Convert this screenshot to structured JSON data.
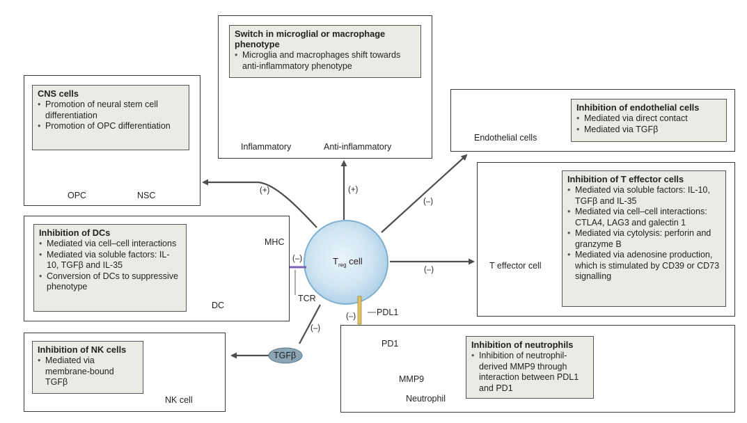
{
  "colors": {
    "treg": "#c9e0ef",
    "arrow": "#4d4d4d",
    "box": "#ebebe6",
    "microglia_inflammatory": "#f06b4a",
    "microglia_anti": "#f5a35c",
    "opc": "#a6d89a",
    "nsc": "#f7d36c",
    "dc": "#6cbfe0",
    "nk": "#f07a5c",
    "neutrophil": "#f5d574",
    "endothelial": "#f7a7a7"
  },
  "treg": {
    "label_T": "T",
    "label_sub": "reg",
    "label_cell": " cell"
  },
  "microglia": {
    "title": "Switch in microglial or macrophage phenotype",
    "bullets": [
      "Microglia and macrophages shift towards anti-inflammatory phenotype"
    ],
    "label_left": "Inflammatory",
    "label_right": "Anti-inflammatory",
    "sign": "(+)"
  },
  "cns": {
    "title": "CNS cells",
    "bullets": [
      "Promotion of neural stem cell differentiation",
      "Promotion of OPC differentiation"
    ],
    "label_opc": "OPC",
    "label_nsc": "NSC",
    "sign": "(+)"
  },
  "endothelial": {
    "title": "Inhibition of endothelial cells",
    "bullets": [
      "Mediated via direct contact",
      "Mediated via TGFβ"
    ],
    "label": "Endothelial cells",
    "sign": "(–)"
  },
  "teff": {
    "title": "Inhibition of T effector cells",
    "bullets": [
      "Mediated via soluble factors: IL-10, TGFβ and IL-35",
      "Mediated via cell–cell interactions: CTLA4, LAG3 and galectin 1",
      "Mediated via cytolysis: perforin and granzyme B",
      "Mediated via adenosine production, which is stimulated by CD39 or CD73 signalling"
    ],
    "label": "T effector cell",
    "sign": "(–)"
  },
  "dc": {
    "title": "Inhibition of DCs",
    "bullets": [
      "Mediated via cell–cell interactions",
      "Mediated via soluble factors: IL-10, TGFβ and IL-35",
      "Conversion of DCs to suppressive phenotype"
    ],
    "label": "DC",
    "label_mhc": "MHC",
    "label_tcr": "TCR",
    "sign": "(–)"
  },
  "nk": {
    "title": "Inhibition of NK cells",
    "bullets": [
      "Mediated via membrane-bound TGFβ"
    ],
    "label": "NK cell",
    "tgfb": "TGFβ",
    "sign": "(–)"
  },
  "neutrophil": {
    "title": "Inhibition of neutrophils",
    "bullets": [
      "Inhibition of neutrophil-derived MMP9 through interaction between PDL1 and PD1"
    ],
    "label": "Neutrophil",
    "label_pd1": "PD1",
    "label_pdl1": "PDL1",
    "label_mmp9": "MMP9",
    "sign": "(–)"
  }
}
